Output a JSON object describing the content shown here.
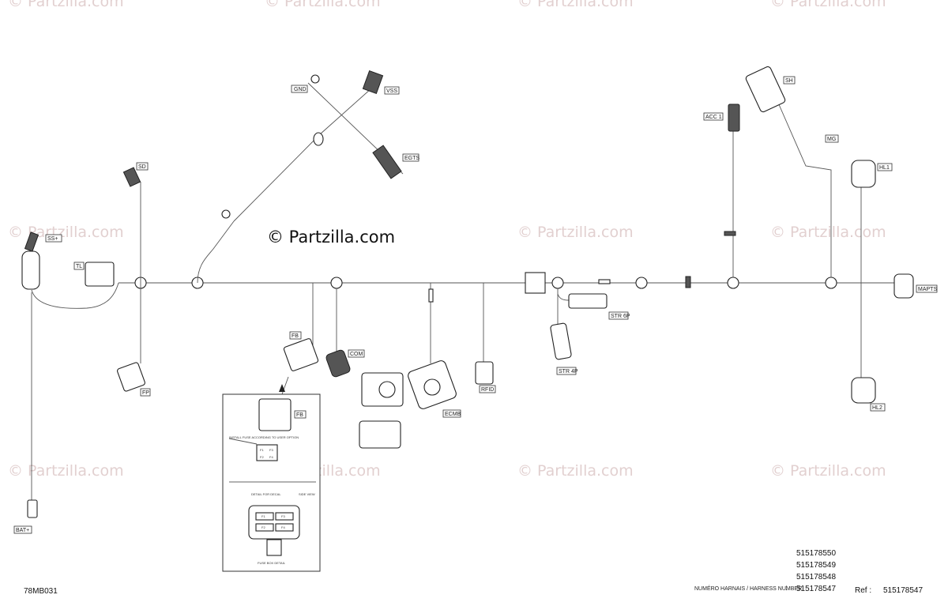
{
  "watermark": "© Partzilla.com",
  "copyright_text": "© Partzilla.com",
  "drawing_code": "78MB031",
  "harness_label": "NUMÉRO HARNAIS / HARNESS NUMBER",
  "harness_separator": ":",
  "harness_numbers": [
    "515178550",
    "515178549",
    "515178548",
    "515178547"
  ],
  "ref_label": "Ref :",
  "ref_value": "515178547",
  "connectors": {
    "gnd": "GND",
    "vss": "VSS",
    "egts": "EGTS",
    "sd": "SD",
    "ss": "SS+",
    "tl": "TL",
    "fp": "FP",
    "fb": "FB",
    "com": "COM",
    "ecmb": "ECMB",
    "rfid": "RFID",
    "str6p": "STR 6P",
    "str4p": "STR 4P",
    "acc1": "ACC 1",
    "sh": "SH",
    "mg": "MG",
    "hl1": "HL1",
    "hl2": "HL2",
    "mapts": "MAPTS",
    "bat": "BAT+"
  },
  "detail": {
    "fb_label": "FB",
    "note": "INSTALL FUSE ACCORDING TO USER OPTION",
    "pins_top": [
      "F1",
      "F3"
    ],
    "pins_bottom": [
      "F2",
      "F4"
    ],
    "section_label": "DETAIL FOR DECAL",
    "side_label": "SIDE VIEW",
    "fuse_pins_top": [
      "F1",
      "F3"
    ],
    "fuse_pins_bottom": [
      "F2",
      "F4"
    ],
    "fuse_caption": "FUSE BOX DETAIL"
  }
}
